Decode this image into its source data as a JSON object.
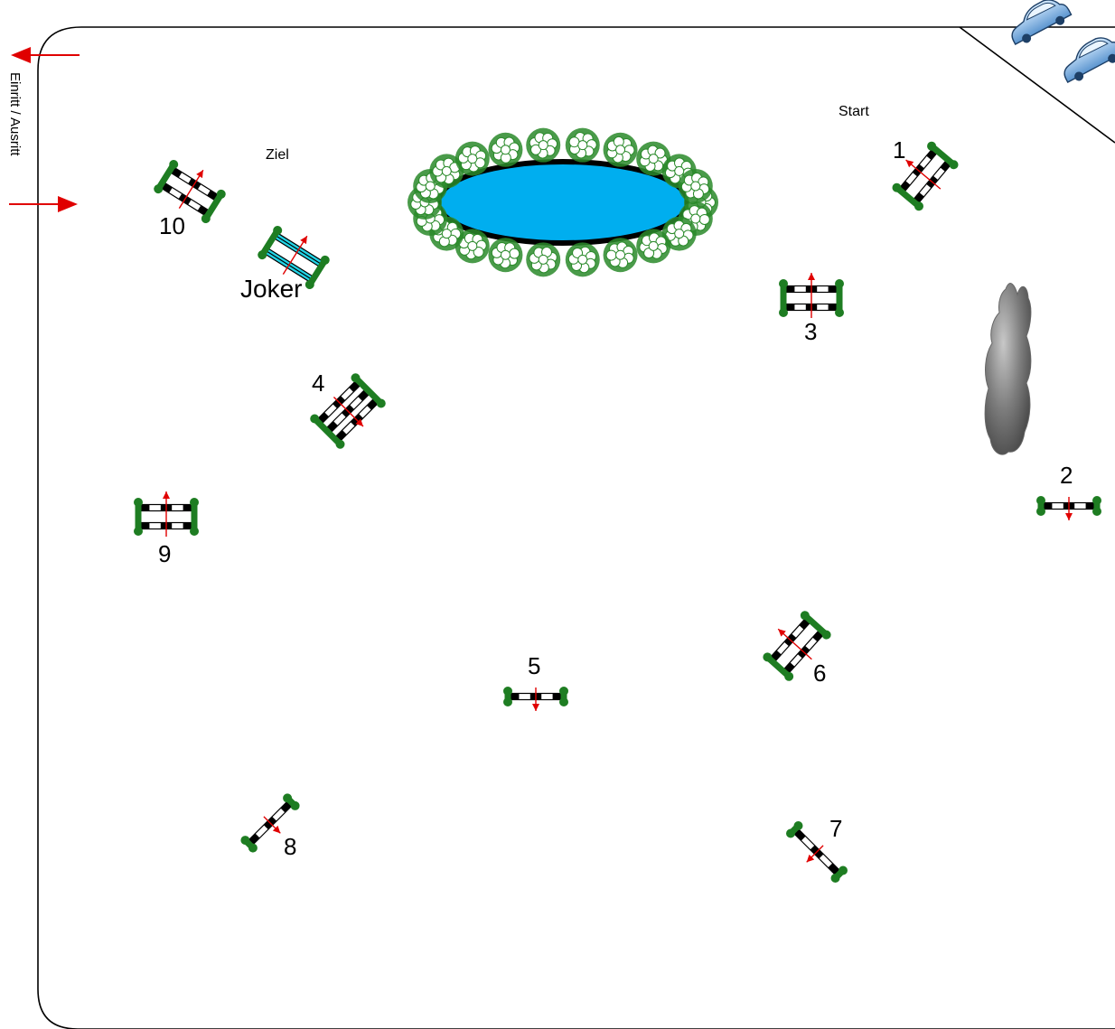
{
  "labels": {
    "start": "Start",
    "ziel": "Ziel",
    "entry": "Einritt / Ausritt",
    "joker": "Joker"
  },
  "jumps": [
    {
      "id": "1",
      "label": "1",
      "kind": "oxer"
    },
    {
      "id": "2",
      "label": "2",
      "kind": "vertical"
    },
    {
      "id": "3",
      "label": "3",
      "kind": "oxer"
    },
    {
      "id": "4",
      "label": "4",
      "kind": "triple-bar"
    },
    {
      "id": "5",
      "label": "5",
      "kind": "vertical"
    },
    {
      "id": "6",
      "label": "6",
      "kind": "oxer"
    },
    {
      "id": "7",
      "label": "7",
      "kind": "vertical"
    },
    {
      "id": "8",
      "label": "8",
      "kind": "vertical"
    },
    {
      "id": "9",
      "label": "9",
      "kind": "oxer"
    },
    {
      "id": "10",
      "label": "10",
      "kind": "oxer"
    },
    {
      "id": "joker",
      "label": "Joker",
      "kind": "joker"
    }
  ],
  "colors": {
    "arena_border": "#000000",
    "pole_black": "#000000",
    "pole_white": "#ffffff",
    "wing_green": "#1e7d22",
    "arrow_red": "#e00000",
    "joker_fill": "#22d4e6",
    "pond_water": "#00aeef",
    "flower_white": "#ffffff",
    "flower_green": "#2a8a2a",
    "bush_gray": "#7d7d7d",
    "car_blue": "#6fa8dc"
  },
  "icons": [
    "pond-icon",
    "bush-icon",
    "car-icon",
    "arrow-icon"
  ]
}
